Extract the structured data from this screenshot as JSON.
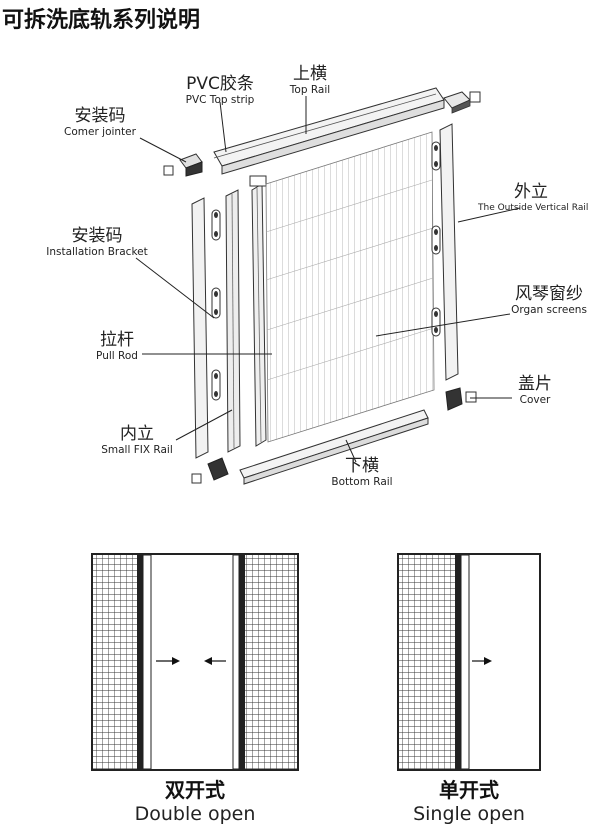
{
  "title": "可拆洗底轨系列说明",
  "labels": {
    "pvc_strip": {
      "zh": "PVC胶条",
      "en": "PVC Top strip"
    },
    "top_rail": {
      "zh": "上横",
      "en": "Top Rail"
    },
    "corner_jointer": {
      "zh": "安装码",
      "en": "Comer jointer"
    },
    "installation_bracket": {
      "zh": "安装码",
      "en": "Installation Bracket"
    },
    "outside_vertical_rail": {
      "zh": "外立",
      "en": "The Outside Vertical Rail"
    },
    "organ_screens": {
      "zh": "风琴窗纱",
      "en": "Organ screens"
    },
    "pull_rod": {
      "zh": "拉杆",
      "en": "Pull Rod"
    },
    "cover": {
      "zh": "盖片",
      "en": "Cover"
    },
    "small_fix_rail": {
      "zh": "内立",
      "en": "Small FIX Rail"
    },
    "bottom_rail": {
      "zh": "下横",
      "en": "Bottom Rail"
    }
  },
  "modes": {
    "double": {
      "zh": "双开式",
      "en": "Double open"
    },
    "single": {
      "zh": "单开式",
      "en": "Single open"
    }
  },
  "colors": {
    "line": "#333333",
    "mesh": "#444444",
    "frame": "#222222"
  }
}
